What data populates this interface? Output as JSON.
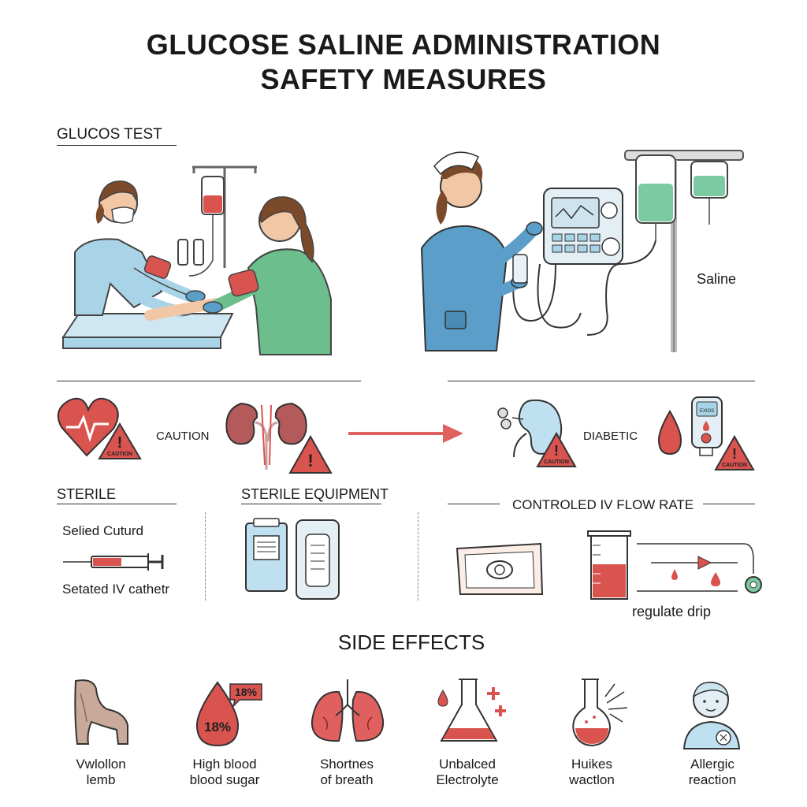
{
  "title": {
    "line1": "GLUCOSE SALINE ADMINISTRATION",
    "line2": "SAFETY MEASURES"
  },
  "sections": {
    "glucose_test": "GLUCOS TEST",
    "saline": "Saline",
    "caution_text": "CAUTION",
    "diabetic_text": "DIABETIC",
    "warning_caption": "CAUTION",
    "meter_screen": "EXIOS",
    "sterile": "STERILE",
    "sterile_equipment": "STERILE EQUIPMENT",
    "controlled_flow": "CONTROLED IV FLOW RATE",
    "sealed_cutured": "Selied Cuturd",
    "iv_catheter": "Setated IV cathetr",
    "regulate_drip": "regulate drip",
    "side_effects": "SIDE EFFECTS"
  },
  "side_effects": [
    {
      "line1": "Vwlollon",
      "line2": "lemb",
      "icon": "swollen-limb-icon"
    },
    {
      "line1": "High blood",
      "line2": "blood sugar",
      "icon": "blood-drop-icon",
      "badge": "18%",
      "inner": "18%"
    },
    {
      "line1": "Shortnes",
      "line2": "of breath",
      "icon": "lungs-icon"
    },
    {
      "line1": "Unbalced",
      "line2": "Electrolyte",
      "icon": "flask-icon"
    },
    {
      "line1": "Huikes",
      "line2": "wactlon",
      "icon": "flask-burst-icon"
    },
    {
      "line1": "Allergic",
      "line2": "reaction",
      "icon": "person-rash-icon"
    }
  ],
  "colors": {
    "red": "#d9534f",
    "dark_red": "#b33a3a",
    "light_blue": "#a9d4e8",
    "scrub_blue": "#5b9ec9",
    "scrub_green": "#6cbf8c",
    "saline_green": "#7ccaa1",
    "skin": "#f2c7a5",
    "hair": "#7a4a2a"
  }
}
